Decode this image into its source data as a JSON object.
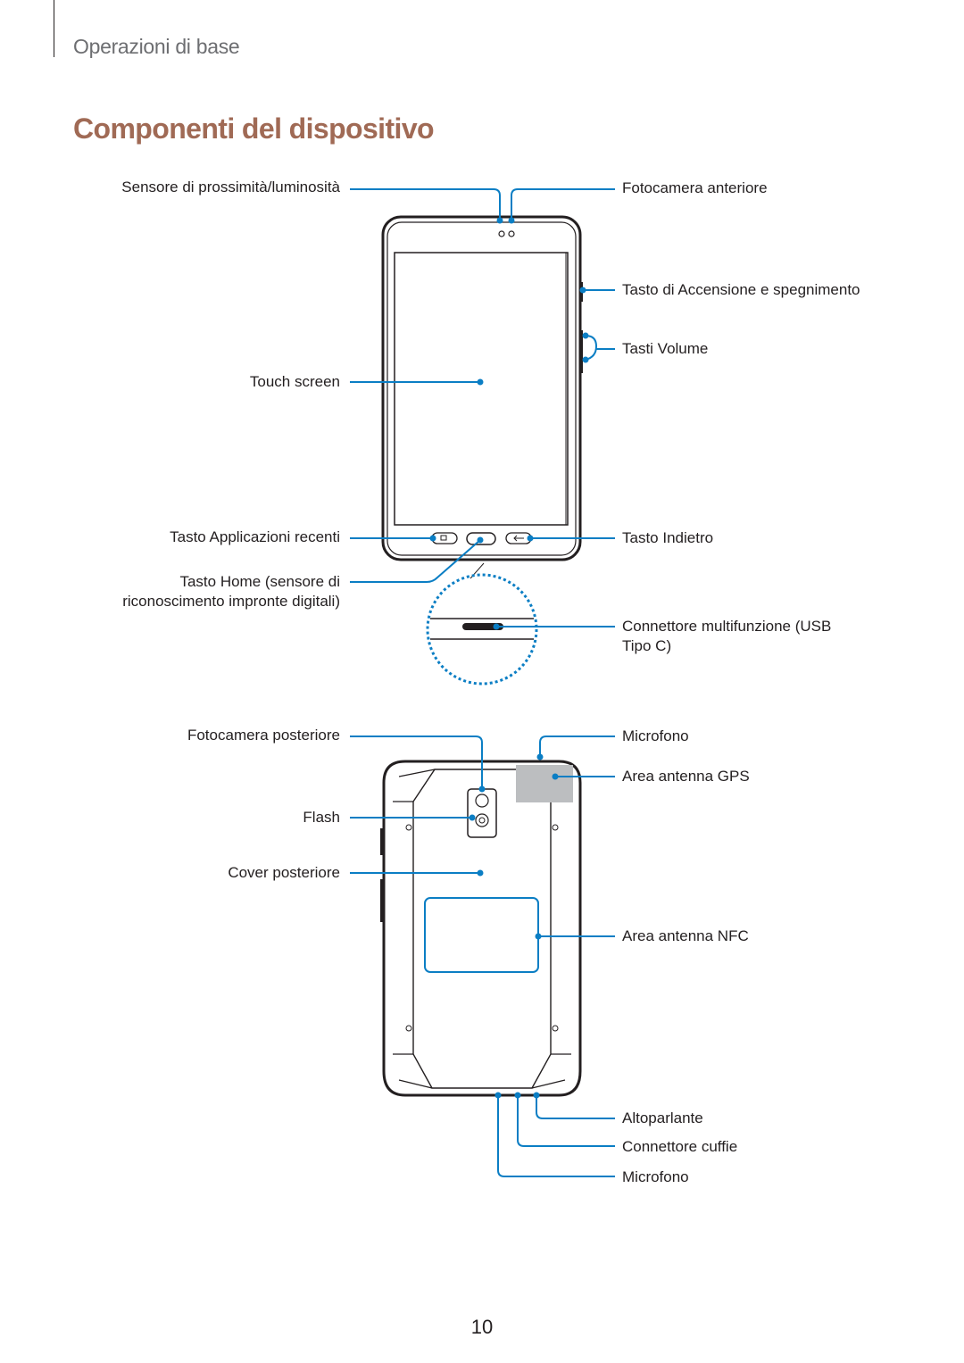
{
  "header": {
    "section": "Operazioni di base",
    "title": "Componenti del dispositivo"
  },
  "front": {
    "labels": {
      "proximity_sensor": "Sensore di prossimità/luminosità",
      "front_camera": "Fotocamera anteriore",
      "power_key": "Tasto di Accensione e spegnimento",
      "volume_keys": "Tasti Volume",
      "touch_screen": "Touch screen",
      "recent_apps_key": "Tasto Applicazioni recenti",
      "back_key": "Tasto Indietro",
      "home_key_line1": "Tasto Home (sensore di",
      "home_key_line2": "riconoscimento impronte digitali)",
      "multipurpose_jack_line1": "Connettore multifunzione (USB",
      "multipurpose_jack_line2": "Tipo C)"
    }
  },
  "back": {
    "labels": {
      "rear_camera": "Fotocamera posteriore",
      "microphone_top": "Microfono",
      "gps_antenna": "Area antenna GPS",
      "flash": "Flash",
      "back_cover": "Cover posteriore",
      "nfc_antenna": "Area antenna NFC",
      "speaker": "Altoparlante",
      "earphone_jack": "Connettore cuffie",
      "microphone_bottom": "Microfono"
    }
  },
  "footer": {
    "page_number": "10"
  },
  "colors": {
    "leader": "#0b7ec4",
    "heading": "#a06a55",
    "section": "#6d6e71"
  }
}
